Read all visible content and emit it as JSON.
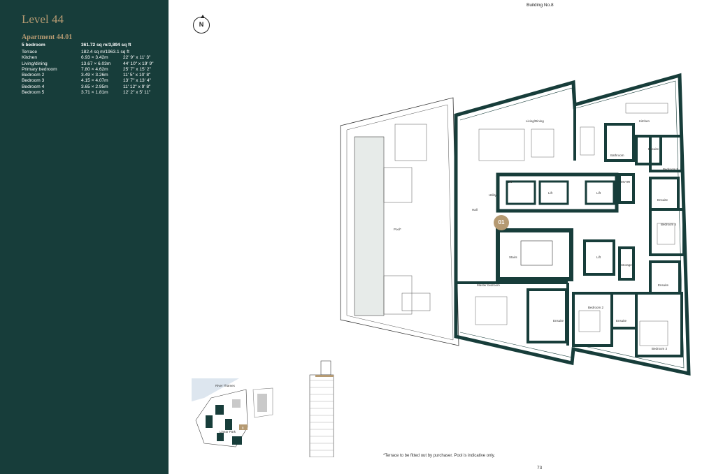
{
  "level_title": "Level 44",
  "apartment_title": "Apartment 44.01",
  "specs": {
    "header": {
      "room": "5 bedroom",
      "metric": "361.72 sq m/3,894 sq ft",
      "imperial": ""
    },
    "rows": [
      {
        "room": "Terrace",
        "metric": "182.4 sq m/1963.1 sq ft",
        "imperial": ""
      },
      {
        "room": "Kitchen",
        "metric": "6.93 × 3.42m",
        "imperial": "22' 9\" x 11' 3\""
      },
      {
        "room": "Living/dining",
        "metric": "13.67 × 6.03m",
        "imperial": "44' 10\" x 19' 9\""
      },
      {
        "room": "Primary bedroom",
        "metric": "7.80 × 4.62m",
        "imperial": "25' 7\" x 15' 2\""
      },
      {
        "room": "Bedroom 2",
        "metric": "3.49 × 3.26m",
        "imperial": "11' 5\" x 10' 8\""
      },
      {
        "room": "Bedroom 3",
        "metric": "4.15 × 4.07m",
        "imperial": "13' 7\" x 13' 4\""
      },
      {
        "room": "Bedroom 4",
        "metric": "3.65 × 2.95m",
        "imperial": "11' 12\" x 9' 8\""
      },
      {
        "room": "Bedroom 5",
        "metric": "3.71 × 1.81m",
        "imperial": "12' 2\" x 5' 11\""
      }
    ]
  },
  "building_label": "Building No.8",
  "compass_letter": "N",
  "unit_marker": "01",
  "plan_labels": {
    "living_dining": "Living/Dining",
    "kitchen": "Kitchen",
    "bathroom": "Bathroom",
    "ensuite": "Ensuite",
    "bedroom_5": "Bedroom 5",
    "bedroom_4": "Bedroom 4",
    "bedroom_3": "Bedroom 3",
    "bedroom_2": "Bedroom 2",
    "master_bedroom": "Master bedroom",
    "lift": "Lift",
    "mvhr": "MVHR",
    "utility": "Utility",
    "hall": "Hall",
    "stairs": "Stairs",
    "pool": "Pool*",
    "storage": "Storage"
  },
  "site_map": {
    "river": "River Thames",
    "park": "Linear Park",
    "plot": "8"
  },
  "footnote": "*Terrace to be fitted out by purchaser. Pool is indicative only.",
  "page_number": "73",
  "colors": {
    "sidebar": "#173d3a",
    "accent": "#b59a72",
    "wall": "#173d3a"
  }
}
